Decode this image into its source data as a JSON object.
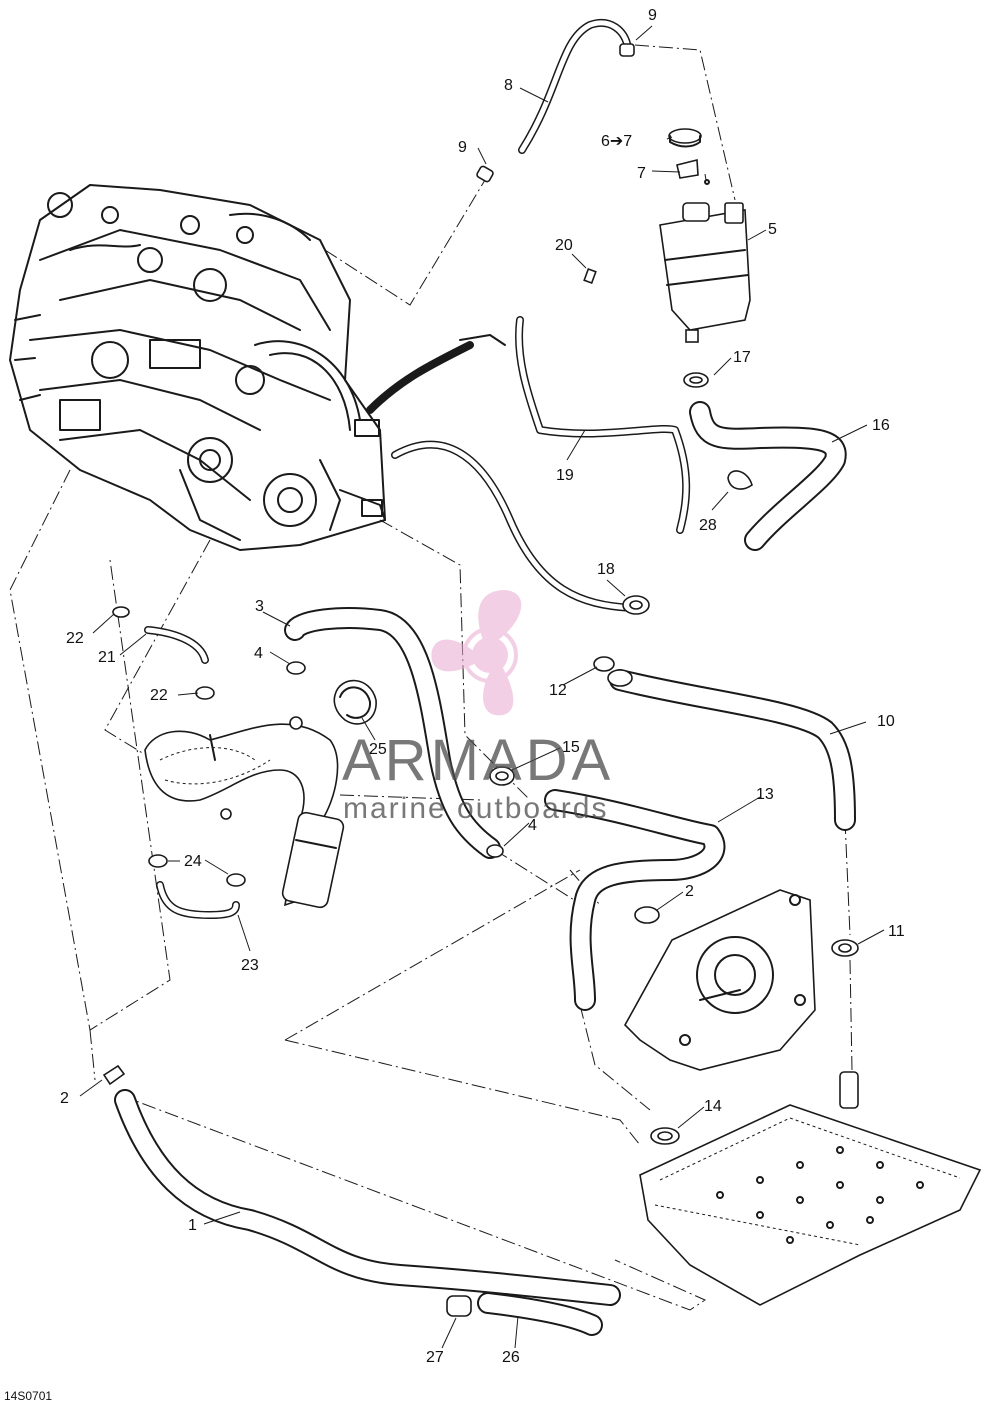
{
  "callouts": [
    {
      "id": "1",
      "text": "1"
    },
    {
      "id": "2a",
      "text": "2"
    },
    {
      "id": "2b",
      "text": "2"
    },
    {
      "id": "3",
      "text": "3"
    },
    {
      "id": "4a",
      "text": "4"
    },
    {
      "id": "4b",
      "text": "4"
    },
    {
      "id": "5",
      "text": "5"
    },
    {
      "id": "6",
      "text": "6➔7"
    },
    {
      "id": "7",
      "text": "7"
    },
    {
      "id": "8",
      "text": "8"
    },
    {
      "id": "9a",
      "text": "9"
    },
    {
      "id": "9b",
      "text": "9"
    },
    {
      "id": "10",
      "text": "10"
    },
    {
      "id": "11",
      "text": "11"
    },
    {
      "id": "12",
      "text": "12"
    },
    {
      "id": "13",
      "text": "13"
    },
    {
      "id": "14",
      "text": "14"
    },
    {
      "id": "15",
      "text": "15"
    },
    {
      "id": "16",
      "text": "16"
    },
    {
      "id": "17",
      "text": "17"
    },
    {
      "id": "18",
      "text": "18"
    },
    {
      "id": "19",
      "text": "19"
    },
    {
      "id": "20",
      "text": "20"
    },
    {
      "id": "21",
      "text": "21"
    },
    {
      "id": "22a",
      "text": "22"
    },
    {
      "id": "22b",
      "text": "22"
    },
    {
      "id": "23",
      "text": "23"
    },
    {
      "id": "24",
      "text": "24"
    },
    {
      "id": "25",
      "text": "25"
    },
    {
      "id": "26",
      "text": "26"
    },
    {
      "id": "27",
      "text": "27"
    },
    {
      "id": "28",
      "text": "28"
    }
  ],
  "watermark": {
    "brand": "ARMADA",
    "tagline": "marine outboards",
    "color": "#e9a9cf"
  },
  "drawing_code": "14S0701"
}
